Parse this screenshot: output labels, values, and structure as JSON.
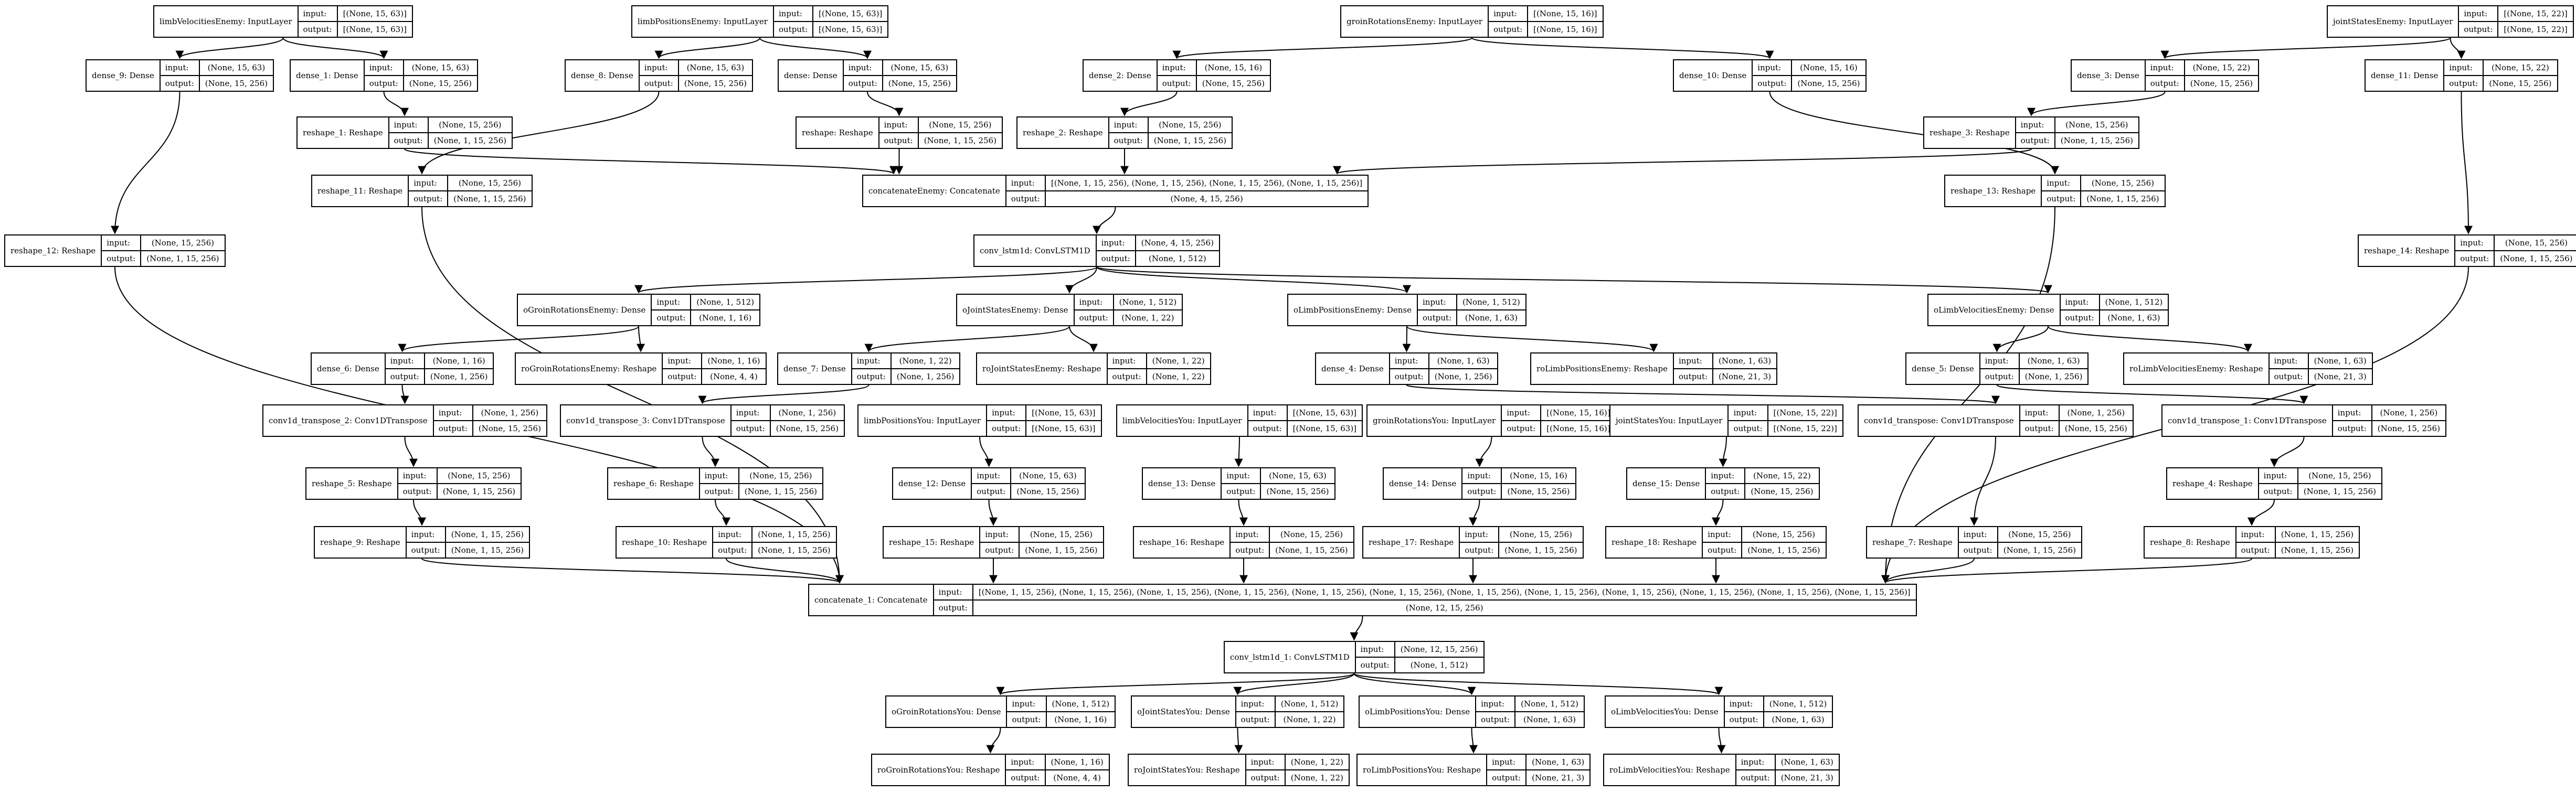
{
  "io_labels": {
    "input": "input:",
    "output": "output:"
  },
  "nodes": {
    "limbVelocitiesEnemy": {
      "label": "limbVelocitiesEnemy: InputLayer",
      "input": "[(None, 15, 63)]",
      "output": "[(None, 15, 63)]"
    },
    "limbPositionsEnemy": {
      "label": "limbPositionsEnemy: InputLayer",
      "input": "[(None, 15, 63)]",
      "output": "[(None, 15, 63)]"
    },
    "groinRotationsEnemy": {
      "label": "groinRotationsEnemy: InputLayer",
      "input": "[(None, 15, 16)]",
      "output": "[(None, 15, 16)]"
    },
    "jointStatesEnemy": {
      "label": "jointStatesEnemy: InputLayer",
      "input": "[(None, 15, 22)]",
      "output": "[(None, 15, 22)]"
    },
    "dense_9": {
      "label": "dense_9: Dense",
      "input": "(None, 15, 63)",
      "output": "(None, 15, 256)"
    },
    "dense_1": {
      "label": "dense_1: Dense",
      "input": "(None, 15, 63)",
      "output": "(None, 15, 256)"
    },
    "dense_8": {
      "label": "dense_8: Dense",
      "input": "(None, 15, 63)",
      "output": "(None, 15, 256)"
    },
    "dense": {
      "label": "dense: Dense",
      "input": "(None, 15, 63)",
      "output": "(None, 15, 256)"
    },
    "dense_2": {
      "label": "dense_2: Dense",
      "input": "(None, 15, 16)",
      "output": "(None, 15, 256)"
    },
    "dense_10": {
      "label": "dense_10: Dense",
      "input": "(None, 15, 16)",
      "output": "(None, 15, 256)"
    },
    "dense_3": {
      "label": "dense_3: Dense",
      "input": "(None, 15, 22)",
      "output": "(None, 15, 256)"
    },
    "dense_11": {
      "label": "dense_11: Dense",
      "input": "(None, 15, 22)",
      "output": "(None, 15, 256)"
    },
    "reshape_1": {
      "label": "reshape_1: Reshape",
      "input": "(None, 15, 256)",
      "output": "(None, 1, 15, 256)"
    },
    "reshape": {
      "label": "reshape: Reshape",
      "input": "(None, 15, 256)",
      "output": "(None, 1, 15, 256)"
    },
    "reshape_2": {
      "label": "reshape_2: Reshape",
      "input": "(None, 15, 256)",
      "output": "(None, 1, 15, 256)"
    },
    "reshape_3": {
      "label": "reshape_3: Reshape",
      "input": "(None, 15, 256)",
      "output": "(None, 1, 15, 256)"
    },
    "reshape_11": {
      "label": "reshape_11: Reshape",
      "input": "(None, 15, 256)",
      "output": "(None, 1, 15, 256)"
    },
    "concatenateEnemy": {
      "label": "concatenateEnemy: Concatenate",
      "input": "[(None, 1, 15, 256), (None, 1, 15, 256), (None, 1, 15, 256), (None, 1, 15, 256)]",
      "output": "(None, 4, 15, 256)"
    },
    "reshape_13": {
      "label": "reshape_13: Reshape",
      "input": "(None, 15, 256)",
      "output": "(None, 1, 15, 256)"
    },
    "reshape_12": {
      "label": "reshape_12: Reshape",
      "input": "(None, 15, 256)",
      "output": "(None, 1, 15, 256)"
    },
    "reshape_14": {
      "label": "reshape_14: Reshape",
      "input": "(None, 15, 256)",
      "output": "(None, 1, 15, 256)"
    },
    "conv_lstm1d": {
      "label": "conv_lstm1d: ConvLSTM1D",
      "input": "(None, 4, 15, 256)",
      "output": "(None, 1, 512)"
    },
    "oGroinRotationsEnemy": {
      "label": "oGroinRotationsEnemy: Dense",
      "input": "(None, 1, 512)",
      "output": "(None, 1, 16)"
    },
    "oJointStatesEnemy": {
      "label": "oJointStatesEnemy: Dense",
      "input": "(None, 1, 512)",
      "output": "(None, 1, 22)"
    },
    "oLimbPositionsEnemy": {
      "label": "oLimbPositionsEnemy: Dense",
      "input": "(None, 1, 512)",
      "output": "(None, 1, 63)"
    },
    "oLimbVelocitiesEnemy": {
      "label": "oLimbVelocitiesEnemy: Dense",
      "input": "(None, 1, 512)",
      "output": "(None, 1, 63)"
    },
    "dense_6": {
      "label": "dense_6: Dense",
      "input": "(None, 1, 16)",
      "output": "(None, 1, 256)"
    },
    "roGroinRotationsEnemy": {
      "label": "roGroinRotationsEnemy: Reshape",
      "input": "(None, 1, 16)",
      "output": "(None, 4, 4)"
    },
    "dense_7": {
      "label": "dense_7: Dense",
      "input": "(None, 1, 22)",
      "output": "(None, 1, 256)"
    },
    "roJointStatesEnemy": {
      "label": "roJointStatesEnemy: Reshape",
      "input": "(None, 1, 22)",
      "output": "(None, 1, 22)"
    },
    "dense_4": {
      "label": "dense_4: Dense",
      "input": "(None, 1, 63)",
      "output": "(None, 1, 256)"
    },
    "roLimbPositionsEnemy": {
      "label": "roLimbPositionsEnemy: Reshape",
      "input": "(None, 1, 63)",
      "output": "(None, 21, 3)"
    },
    "dense_5": {
      "label": "dense_5: Dense",
      "input": "(None, 1, 63)",
      "output": "(None, 1, 256)"
    },
    "roLimbVelocitiesEnemy": {
      "label": "roLimbVelocitiesEnemy: Reshape",
      "input": "(None, 1, 63)",
      "output": "(None, 21, 3)"
    },
    "conv1d_transpose_2": {
      "label": "conv1d_transpose_2: Conv1DTranspose",
      "input": "(None, 1, 256)",
      "output": "(None, 15, 256)"
    },
    "conv1d_transpose_3": {
      "label": "conv1d_transpose_3: Conv1DTranspose",
      "input": "(None, 1, 256)",
      "output": "(None, 15, 256)"
    },
    "limbPositionsYou": {
      "label": "limbPositionsYou: InputLayer",
      "input": "[(None, 15, 63)]",
      "output": "[(None, 15, 63)]"
    },
    "limbVelocitiesYou": {
      "label": "limbVelocitiesYou: InputLayer",
      "input": "[(None, 15, 63)]",
      "output": "[(None, 15, 63)]"
    },
    "groinRotationsYou": {
      "label": "groinRotationsYou: InputLayer",
      "input": "[(None, 15, 16)]",
      "output": "[(None, 15, 16)]"
    },
    "jointStatesYou": {
      "label": "jointStatesYou: InputLayer",
      "input": "[(None, 15, 22)]",
      "output": "[(None, 15, 22)]"
    },
    "conv1d_transpose": {
      "label": "conv1d_transpose: Conv1DTranspose",
      "input": "(None, 1, 256)",
      "output": "(None, 15, 256)"
    },
    "conv1d_transpose_1": {
      "label": "conv1d_transpose_1: Conv1DTranspose",
      "input": "(None, 1, 256)",
      "output": "(None, 15, 256)"
    },
    "reshape_5": {
      "label": "reshape_5: Reshape",
      "input": "(None, 15, 256)",
      "output": "(None, 1, 15, 256)"
    },
    "reshape_6": {
      "label": "reshape_6: Reshape",
      "input": "(None, 15, 256)",
      "output": "(None, 1, 15, 256)"
    },
    "dense_12": {
      "label": "dense_12: Dense",
      "input": "(None, 15, 63)",
      "output": "(None, 15, 256)"
    },
    "dense_13": {
      "label": "dense_13: Dense",
      "input": "(None, 15, 63)",
      "output": "(None, 15, 256)"
    },
    "dense_14": {
      "label": "dense_14: Dense",
      "input": "(None, 15, 16)",
      "output": "(None, 15, 256)"
    },
    "dense_15": {
      "label": "dense_15: Dense",
      "input": "(None, 15, 22)",
      "output": "(None, 15, 256)"
    },
    "reshape_4": {
      "label": "reshape_4: Reshape",
      "input": "(None, 15, 256)",
      "output": "(None, 1, 15, 256)"
    },
    "reshape_9": {
      "label": "reshape_9: Reshape",
      "input": "(None, 1, 15, 256)",
      "output": "(None, 1, 15, 256)"
    },
    "reshape_10": {
      "label": "reshape_10: Reshape",
      "input": "(None, 1, 15, 256)",
      "output": "(None, 1, 15, 256)"
    },
    "reshape_15": {
      "label": "reshape_15: Reshape",
      "input": "(None, 15, 256)",
      "output": "(None, 1, 15, 256)"
    },
    "reshape_16": {
      "label": "reshape_16: Reshape",
      "input": "(None, 15, 256)",
      "output": "(None, 1, 15, 256)"
    },
    "reshape_17": {
      "label": "reshape_17: Reshape",
      "input": "(None, 15, 256)",
      "output": "(None, 1, 15, 256)"
    },
    "reshape_18": {
      "label": "reshape_18: Reshape",
      "input": "(None, 15, 256)",
      "output": "(None, 1, 15, 256)"
    },
    "reshape_7": {
      "label": "reshape_7: Reshape",
      "input": "(None, 15, 256)",
      "output": "(None, 1, 15, 256)"
    },
    "reshape_8": {
      "label": "reshape_8: Reshape",
      "input": "(None, 1, 15, 256)",
      "output": "(None, 1, 15, 256)"
    },
    "concatenate_1": {
      "label": "concatenate_1: Concatenate",
      "input": "[(None, 1, 15, 256), (None, 1, 15, 256), (None, 1, 15, 256), (None, 1, 15, 256), (None, 1, 15, 256), (None, 1, 15, 256), (None, 1, 15, 256), (None, 1, 15, 256), (None, 1, 15, 256), (None, 1, 15, 256), (None, 1, 15, 256), (None, 1, 15, 256)]",
      "output": "(None, 12, 15, 256)"
    },
    "conv_lstm1d_1": {
      "label": "conv_lstm1d_1: ConvLSTM1D",
      "input": "(None, 12, 15, 256)",
      "output": "(None, 1, 512)"
    },
    "oGroinRotationsYou": {
      "label": "oGroinRotationsYou: Dense",
      "input": "(None, 1, 512)",
      "output": "(None, 1, 16)"
    },
    "oJointStatesYou": {
      "label": "oJointStatesYou: Dense",
      "input": "(None, 1, 512)",
      "output": "(None, 1, 22)"
    },
    "oLimbPositionsYou": {
      "label": "oLimbPositionsYou: Dense",
      "input": "(None, 1, 512)",
      "output": "(None, 1, 63)"
    },
    "oLimbVelocitiesYou": {
      "label": "oLimbVelocitiesYou: Dense",
      "input": "(None, 1, 512)",
      "output": "(None, 1, 63)"
    },
    "roGroinRotationsYou": {
      "label": "roGroinRotationsYou: Reshape",
      "input": "(None, 1, 16)",
      "output": "(None, 4, 4)"
    },
    "roJointStatesYou": {
      "label": "roJointStatesYou: Reshape",
      "input": "(None, 1, 22)",
      "output": "(None, 1, 22)"
    },
    "roLimbPositionsYou": {
      "label": "roLimbPositionsYou: Reshape",
      "input": "(None, 1, 63)",
      "output": "(None, 21, 3)"
    },
    "roLimbVelocitiesYou": {
      "label": "roLimbVelocitiesYou: Reshape",
      "input": "(None, 1, 63)",
      "output": "(None, 21, 3)"
    }
  },
  "edges": [
    [
      "limbVelocitiesEnemy",
      "dense_9"
    ],
    [
      "limbVelocitiesEnemy",
      "dense_1"
    ],
    [
      "limbPositionsEnemy",
      "dense_8"
    ],
    [
      "limbPositionsEnemy",
      "dense"
    ],
    [
      "groinRotationsEnemy",
      "dense_2"
    ],
    [
      "groinRotationsEnemy",
      "dense_10"
    ],
    [
      "jointStatesEnemy",
      "dense_3"
    ],
    [
      "jointStatesEnemy",
      "dense_11"
    ],
    [
      "dense_1",
      "reshape_1"
    ],
    [
      "dense",
      "reshape"
    ],
    [
      "dense_2",
      "reshape_2"
    ],
    [
      "dense_3",
      "reshape_3"
    ],
    [
      "dense_8",
      "reshape_11"
    ],
    [
      "dense_9",
      "reshape_12"
    ],
    [
      "dense_10",
      "reshape_13"
    ],
    [
      "dense_11",
      "reshape_14"
    ],
    [
      "reshape_1",
      "concatenateEnemy"
    ],
    [
      "reshape",
      "concatenateEnemy"
    ],
    [
      "reshape_2",
      "concatenateEnemy"
    ],
    [
      "reshape_3",
      "concatenateEnemy"
    ],
    [
      "concatenateEnemy",
      "conv_lstm1d"
    ],
    [
      "conv_lstm1d",
      "oGroinRotationsEnemy"
    ],
    [
      "conv_lstm1d",
      "oJointStatesEnemy"
    ],
    [
      "conv_lstm1d",
      "oLimbPositionsEnemy"
    ],
    [
      "conv_lstm1d",
      "oLimbVelocitiesEnemy"
    ],
    [
      "oGroinRotationsEnemy",
      "dense_6"
    ],
    [
      "oGroinRotationsEnemy",
      "roGroinRotationsEnemy"
    ],
    [
      "oJointStatesEnemy",
      "dense_7"
    ],
    [
      "oJointStatesEnemy",
      "roJointStatesEnemy"
    ],
    [
      "oLimbPositionsEnemy",
      "dense_4"
    ],
    [
      "oLimbPositionsEnemy",
      "roLimbPositionsEnemy"
    ],
    [
      "oLimbVelocitiesEnemy",
      "dense_5"
    ],
    [
      "oLimbVelocitiesEnemy",
      "roLimbVelocitiesEnemy"
    ],
    [
      "dense_6",
      "conv1d_transpose_2"
    ],
    [
      "dense_7",
      "conv1d_transpose_3"
    ],
    [
      "dense_4",
      "conv1d_transpose"
    ],
    [
      "dense_5",
      "conv1d_transpose_1"
    ],
    [
      "conv1d_transpose_2",
      "reshape_5"
    ],
    [
      "conv1d_transpose_3",
      "reshape_6"
    ],
    [
      "conv1d_transpose",
      "reshape_7"
    ],
    [
      "conv1d_transpose_1",
      "reshape_4"
    ],
    [
      "reshape_5",
      "reshape_9"
    ],
    [
      "reshape_6",
      "reshape_10"
    ],
    [
      "reshape_4",
      "reshape_8"
    ],
    [
      "limbPositionsYou",
      "dense_12"
    ],
    [
      "limbVelocitiesYou",
      "dense_13"
    ],
    [
      "groinRotationsYou",
      "dense_14"
    ],
    [
      "jointStatesYou",
      "dense_15"
    ],
    [
      "dense_12",
      "reshape_15"
    ],
    [
      "dense_13",
      "reshape_16"
    ],
    [
      "dense_14",
      "reshape_17"
    ],
    [
      "dense_15",
      "reshape_18"
    ],
    [
      "reshape_9",
      "concatenate_1"
    ],
    [
      "reshape_10",
      "concatenate_1"
    ],
    [
      "reshape_15",
      "concatenate_1"
    ],
    [
      "reshape_16",
      "concatenate_1"
    ],
    [
      "reshape_17",
      "concatenate_1"
    ],
    [
      "reshape_18",
      "concatenate_1"
    ],
    [
      "reshape_7",
      "concatenate_1"
    ],
    [
      "reshape_8",
      "concatenate_1"
    ],
    [
      "reshape_11",
      "concatenate_1"
    ],
    [
      "reshape_12",
      "concatenate_1"
    ],
    [
      "reshape_13",
      "concatenate_1"
    ],
    [
      "reshape_14",
      "concatenate_1"
    ],
    [
      "concatenate_1",
      "conv_lstm1d_1"
    ],
    [
      "conv_lstm1d_1",
      "oGroinRotationsYou"
    ],
    [
      "conv_lstm1d_1",
      "oJointStatesYou"
    ],
    [
      "conv_lstm1d_1",
      "oLimbPositionsYou"
    ],
    [
      "conv_lstm1d_1",
      "oLimbVelocitiesYou"
    ],
    [
      "oGroinRotationsYou",
      "roGroinRotationsYou"
    ],
    [
      "oJointStatesYou",
      "roJointStatesYou"
    ],
    [
      "oLimbPositionsYou",
      "roLimbPositionsYou"
    ],
    [
      "oLimbVelocitiesYou",
      "roLimbVelocitiesYou"
    ]
  ]
}
